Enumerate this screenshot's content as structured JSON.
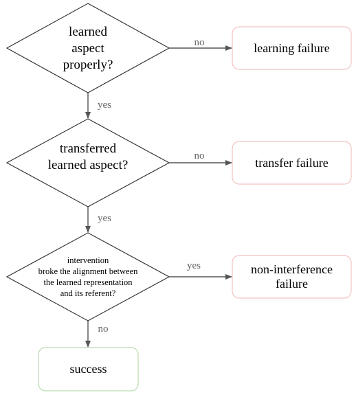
{
  "diagram": {
    "decisions": [
      {
        "id": "q1",
        "label": "learned\naspect\nproperly?"
      },
      {
        "id": "q2",
        "label": "transferred\nlearned aspect?"
      },
      {
        "id": "q3",
        "label": "intervention\nbroke the alignment between\nthe learned representation\nand its referent?"
      }
    ],
    "outcomes": [
      {
        "id": "learning_failure",
        "label": "learning failure",
        "color": "#f2c2c2"
      },
      {
        "id": "transfer_failure",
        "label": "transfer failure",
        "color": "#f2c2c2"
      },
      {
        "id": "non_interference_failure",
        "label": "non-interference\nfailure",
        "color": "#f2c2c2"
      },
      {
        "id": "success",
        "label": "success",
        "color": "#b9dcb0"
      }
    ],
    "edges": [
      {
        "from": "q1",
        "to": "learning_failure",
        "label": "no"
      },
      {
        "from": "q1",
        "to": "q2",
        "label": "yes"
      },
      {
        "from": "q2",
        "to": "transfer_failure",
        "label": "no"
      },
      {
        "from": "q2",
        "to": "q3",
        "label": "yes"
      },
      {
        "from": "q3",
        "to": "non_interference_failure",
        "label": "yes"
      },
      {
        "from": "q3",
        "to": "success",
        "label": "no"
      }
    ]
  }
}
